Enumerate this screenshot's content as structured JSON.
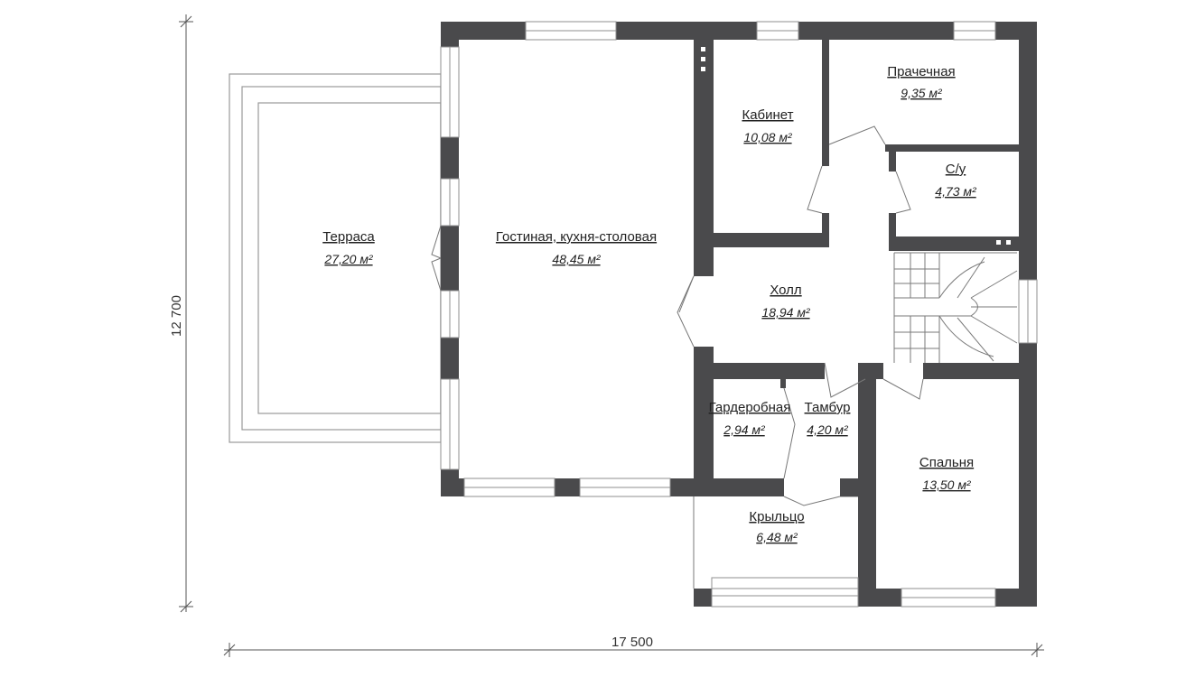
{
  "dimensions": {
    "width_label": "17 500",
    "height_label": "12 700"
  },
  "rooms": {
    "terrace": {
      "name": "Терраса",
      "area": "27,20 м²"
    },
    "living": {
      "name": "Гостиная, кухня-столовая",
      "area": "48,45 м²"
    },
    "study": {
      "name": "Кабинет",
      "area": "10,08 м²"
    },
    "laundry": {
      "name": "Прачечная",
      "area": "9,35 м²"
    },
    "wc": {
      "name": "С/у",
      "area": "4,73 м²"
    },
    "hall": {
      "name": "Холл",
      "area": "18,94 м²"
    },
    "wardrobe": {
      "name": "Гардеробная",
      "area": "2,94 м²"
    },
    "vestibule": {
      "name": "Тамбур",
      "area": "4,20 м²"
    },
    "bedroom": {
      "name": "Спальня",
      "area": "13,50 м²"
    },
    "porch": {
      "name": "Крыльцо",
      "area": "6,48 м²"
    }
  },
  "colors": {
    "wall": "#4a4a4c",
    "background": "#ffffff"
  }
}
